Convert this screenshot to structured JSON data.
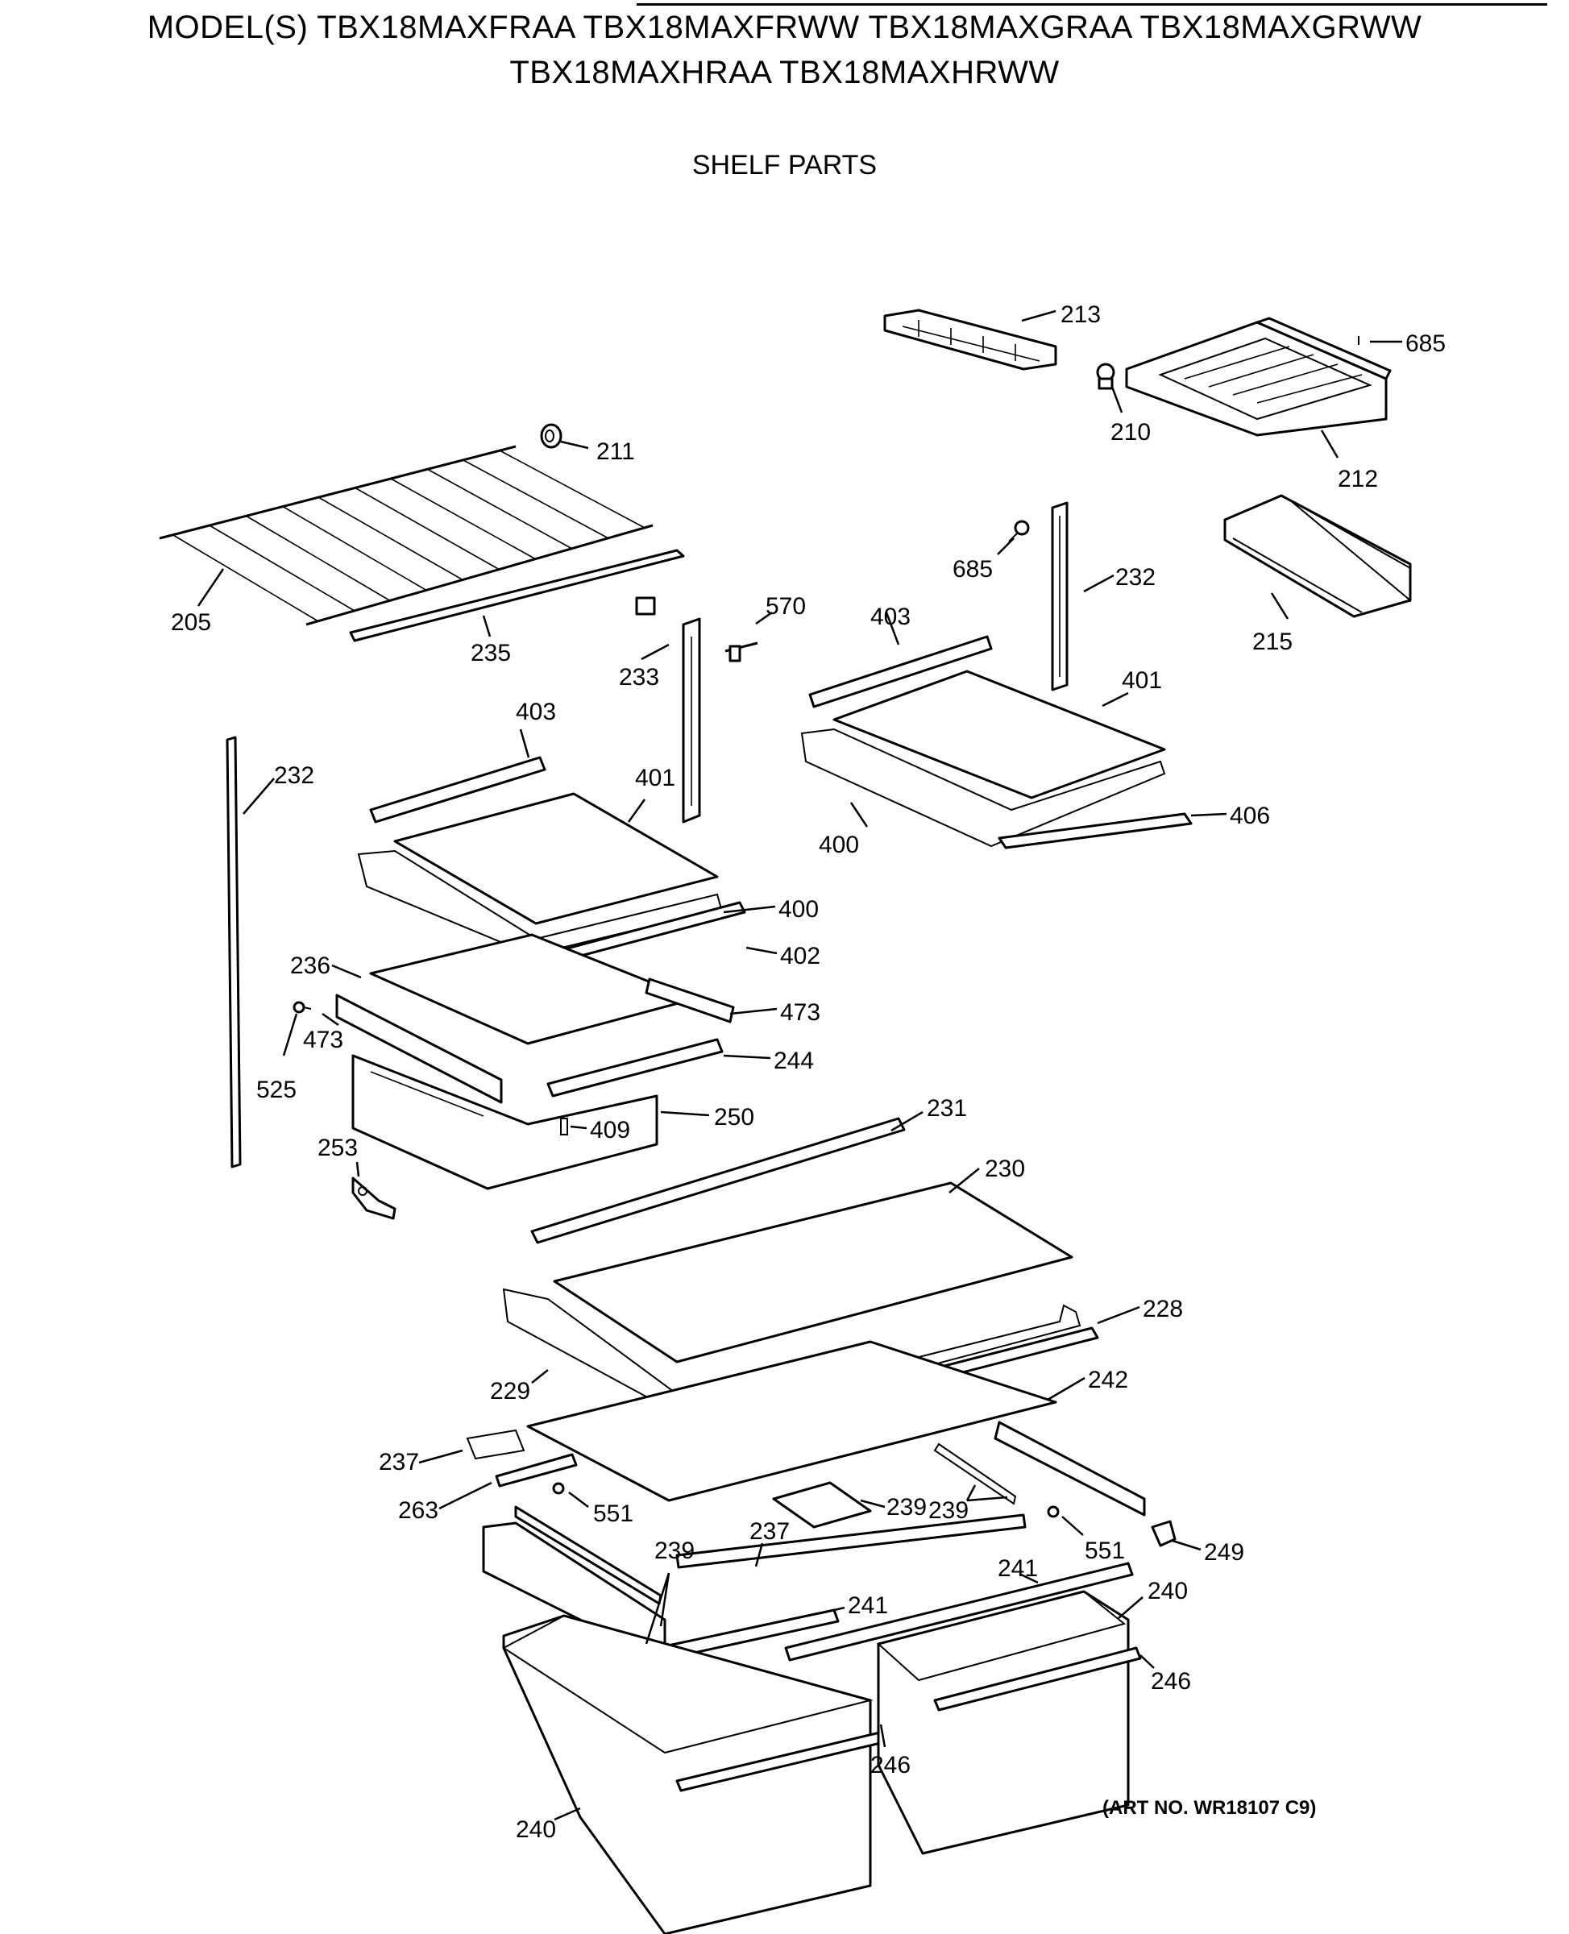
{
  "header": {
    "title_line1": "MODEL(S) TBX18MAXFRAA  TBX18MAXFRWW  TBX18MAXGRAA  TBX18MAXGRWW",
    "title_line2": "TBX18MAXHRAA  TBX18MAXHRWW",
    "subtitle": "SHELF PARTS"
  },
  "footer": {
    "art_no": "(ART NO. WR18107 C9)"
  },
  "callouts": {
    "c213": "213",
    "c685a": "685",
    "c211": "211",
    "c210": "210",
    "c212": "212",
    "c205": "205",
    "c235": "235",
    "c233": "233",
    "c570": "570",
    "c403a": "403",
    "c685b": "685",
    "c232a": "232",
    "c215": "215",
    "c401a": "401",
    "c400a": "400",
    "c406": "406",
    "c232b": "232",
    "c403b": "403",
    "c401b": "401",
    "c400b": "400",
    "c402": "402",
    "c236": "236",
    "c473a": "473",
    "c473b": "473",
    "c525": "525",
    "c244": "244",
    "c250": "250",
    "c409": "409",
    "c253": "253",
    "c231": "231",
    "c230": "230",
    "c228": "228",
    "c229": "229",
    "c242": "242",
    "c237a": "237",
    "c263": "263",
    "c551a": "551",
    "c239a": "239",
    "c239b": "239",
    "c239c": "239",
    "c551b": "551",
    "c249": "249",
    "c237b": "237",
    "c241a": "241",
    "c241b": "241",
    "c240a": "240",
    "c246a": "246",
    "c246b": "246",
    "c240b": "240"
  }
}
